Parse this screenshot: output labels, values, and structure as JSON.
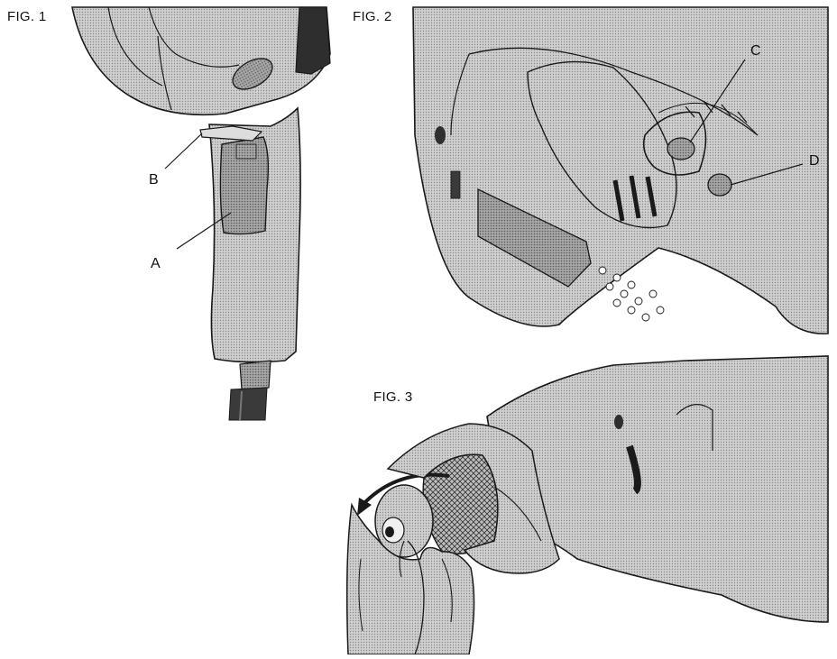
{
  "figures": [
    {
      "id": "fig1",
      "label": "FIG. 1",
      "subject": "drill-handle-side-view",
      "callouts": [
        {
          "letter": "B"
        },
        {
          "letter": "A"
        }
      ]
    },
    {
      "id": "fig2",
      "label": "FIG. 2",
      "subject": "drill-top-controls",
      "callouts": [
        {
          "letter": "C"
        },
        {
          "letter": "D"
        }
      ]
    },
    {
      "id": "fig3",
      "label": "FIG. 3",
      "subject": "hands-tightening-keyless-chuck",
      "callouts": []
    }
  ],
  "palette": {
    "body": "#c9c9c9",
    "shade": "#a9a9a9",
    "dark": "#3a3a3a",
    "outline": "#1a1a1a",
    "background": "#ffffff"
  }
}
